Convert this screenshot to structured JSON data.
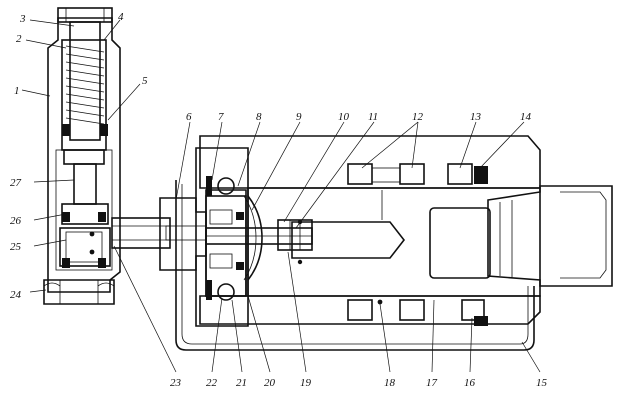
{
  "labels": [
    {
      "id": "1",
      "text": "1"
    },
    {
      "id": "2",
      "text": "2"
    },
    {
      "id": "3",
      "text": "3"
    },
    {
      "id": "4",
      "text": "4"
    },
    {
      "id": "5",
      "text": "5"
    },
    {
      "id": "6",
      "text": "6"
    },
    {
      "id": "7",
      "text": "7"
    },
    {
      "id": "8",
      "text": "8"
    },
    {
      "id": "9",
      "text": "9"
    },
    {
      "id": "10",
      "text": "10"
    },
    {
      "id": "11",
      "text": "11"
    },
    {
      "id": "12",
      "text": "12"
    },
    {
      "id": "13",
      "text": "13"
    },
    {
      "id": "14",
      "text": "14"
    },
    {
      "id": "15",
      "text": "15"
    },
    {
      "id": "16",
      "text": "16"
    },
    {
      "id": "17",
      "text": "17"
    },
    {
      "id": "18",
      "text": "18"
    },
    {
      "id": "19",
      "text": "19"
    },
    {
      "id": "20",
      "text": "20"
    },
    {
      "id": "21",
      "text": "21"
    },
    {
      "id": "22",
      "text": "22"
    },
    {
      "id": "23",
      "text": "23"
    },
    {
      "id": "24",
      "text": "24"
    },
    {
      "id": "25",
      "text": "25"
    },
    {
      "id": "26",
      "text": "26"
    },
    {
      "id": "27",
      "text": "27"
    }
  ]
}
